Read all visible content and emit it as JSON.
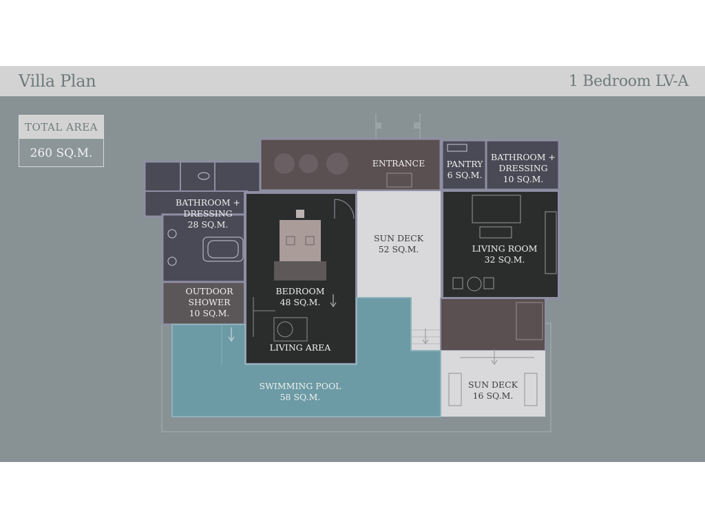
{
  "header": {
    "title": "Villa Plan",
    "subtitle": "1 Bedroom LV-A"
  },
  "total_area": {
    "label": "TOTAL AREA",
    "value": "260  SQ.M."
  },
  "rooms": {
    "entrance": {
      "name": "ENTRANCE"
    },
    "pantry": {
      "name": "PANTRY",
      "area": "6 SQ.M."
    },
    "bath_right": {
      "name": "BATHROOM +",
      "name2": "DRESSING",
      "area": "10 SQ.M."
    },
    "bath_left": {
      "name": "BATHROOM +",
      "name2": "DRESSING",
      "area": "28 SQ.M."
    },
    "sundeck_center": {
      "name": "SUN DECK",
      "area": "52 SQ.M."
    },
    "living_room": {
      "name": "LIVING ROOM",
      "area": "32 SQ.M."
    },
    "outdoor_shower": {
      "name": "OUTDOOR",
      "name2": "SHOWER",
      "area": "10 SQ.M."
    },
    "bedroom": {
      "name": "BEDROOM",
      "area": "48 SQ.M."
    },
    "living_area": {
      "name": "LIVING AREA"
    },
    "pool": {
      "name": "SWIMMING POOL",
      "area": "58 SQ.M."
    },
    "sundeck_right": {
      "name": "SUN DECK",
      "area": "16 SQ.M."
    }
  },
  "colors": {
    "header_bg": "#d3d3d3",
    "plan_bg": "#889295",
    "dark_room": "#2b2d2d",
    "slate_room": "#4a4a56",
    "brown_room": "#5a4f51",
    "sundeck": "#d9d9db",
    "pool": "#6c9aa5"
  }
}
